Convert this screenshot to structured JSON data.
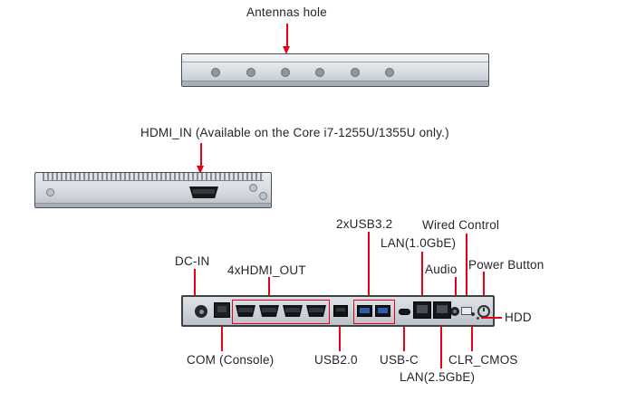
{
  "colors": {
    "accent_red": "#e60018",
    "text": "#26262a"
  },
  "labels": {
    "antennas_hole": "Antennas hole",
    "hdmi_in": "HDMI_IN (Available on the Core i7-1255U/1355U only.)",
    "dc_in": "DC-IN",
    "hdmi_out": "4xHDMI_OUT",
    "usb32": "2xUSB3.2",
    "lan_1gbe": "LAN(1.0GbE)",
    "wired_control": "Wired Control",
    "audio": "Audio",
    "power_button": "Power Button",
    "hdd": "HDD",
    "com_console": "COM (Console)",
    "usb20": "USB2.0",
    "usb_c": "USB-C",
    "clr_cmos": "CLR_CMOS",
    "lan_25gbe": "LAN(2.5GbE)"
  },
  "views": {
    "top_panel": {
      "antenna_hole_count": 6
    },
    "rear_panel": {
      "hdmi_out_count": 4,
      "usb32_count": 2,
      "lan_count": 2
    }
  }
}
